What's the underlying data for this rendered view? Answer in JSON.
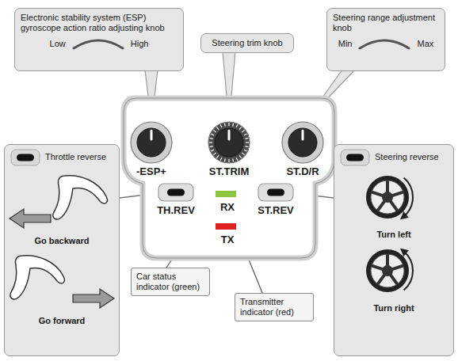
{
  "diagram": {
    "nodes": [
      {
        "text": [
          "Electronic stability system (ESP) gyroscope action ratio adjusting knob",
          "Low",
          "High"
        ]
      },
      {
        "text": [
          "Steering trim knob"
        ]
      },
      {
        "text": [
          "Steering range adjustment knob",
          "Min",
          "Max"
        ]
      },
      {
        "text": [
          "Throttle reverse",
          "Go backward",
          "Go forward"
        ]
      },
      {
        "text": [
          "Steering reverse",
          "Turn left",
          "Turn right"
        ]
      },
      {
        "text": [
          "Car status indicator (green)"
        ]
      },
      {
        "text": [
          "Transmitter indicator (red)"
        ]
      }
    ],
    "labels": [
      "-ESP+",
      "ST.TRIM",
      "ST.D/R",
      "TH.REV",
      "RX",
      "ST.REV",
      "TX"
    ]
  }
}
